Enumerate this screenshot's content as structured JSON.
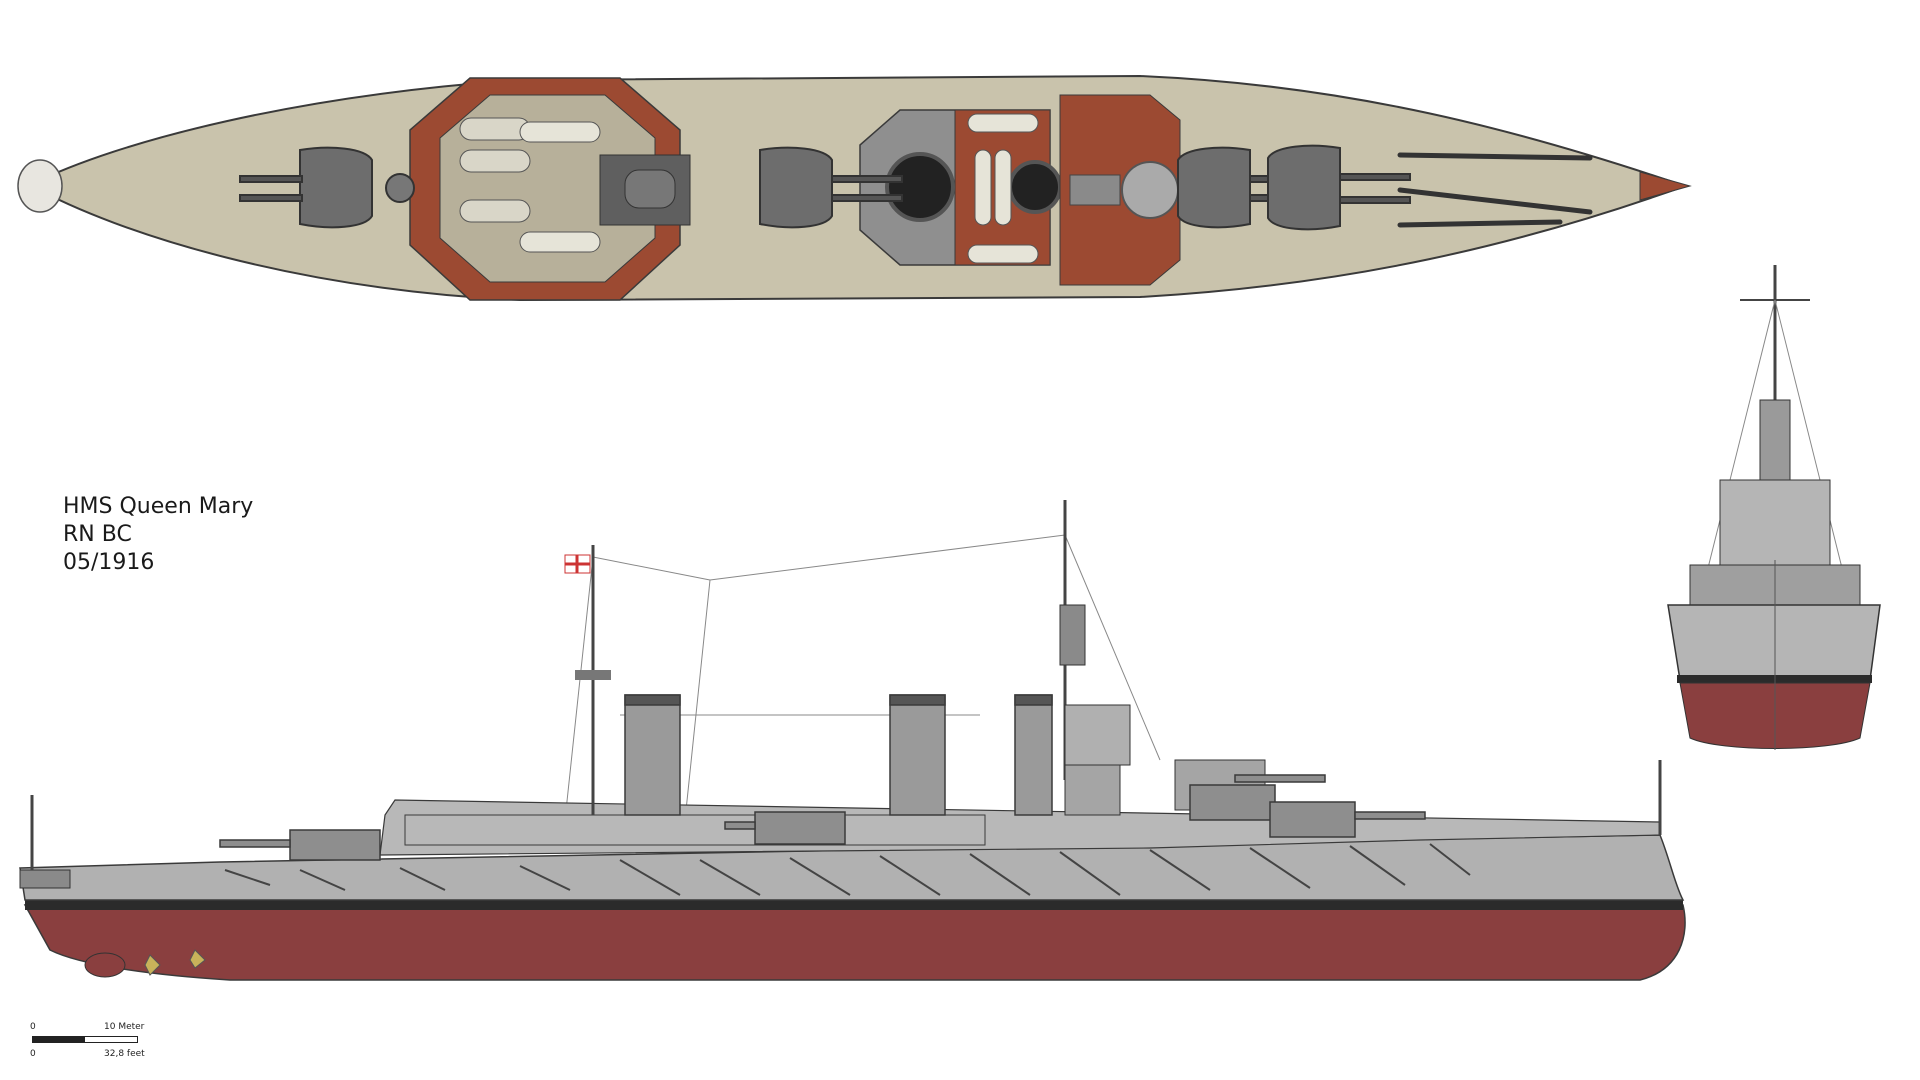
{
  "caption": {
    "ship_name": "HMS Queen Mary",
    "type": "RN BC",
    "date": "05/1916"
  },
  "scale_bar": {
    "metric_zero": "0",
    "metric_label": "10 Meter",
    "imperial_zero": "0",
    "imperial_label": "32,8 feet"
  },
  "colors": {
    "hull_grey": "#a9a9a9",
    "hull_upper_grey": "#b8b8b8",
    "boot_top": "#2b2b2b",
    "antifouling_red": "#8a3f3f",
    "deck_planking": "#c9c3ac",
    "deck_linoleum": "#9c4a32",
    "turret_grey": "#6d6d6d",
    "funnel_grey": "#9a9a9a",
    "outline": "#3a3a3a"
  }
}
